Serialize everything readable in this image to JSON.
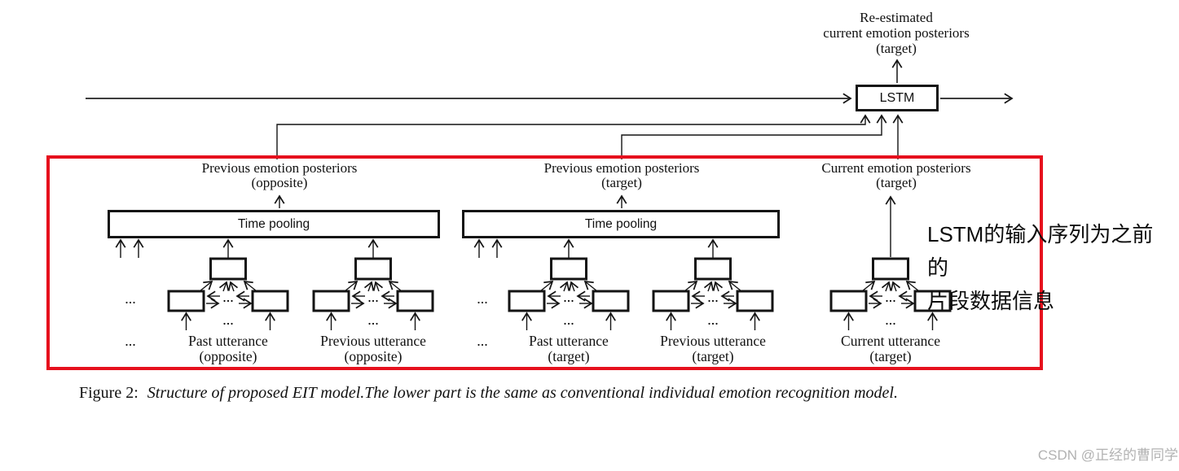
{
  "diagram": {
    "output_label": [
      "Re-estimated",
      "current emotion posteriors",
      "(target)"
    ],
    "lstm": "LSTM",
    "pooling": "Time pooling",
    "ellipsis": "...",
    "groups": [
      {
        "posterior": [
          "Previous emotion posteriors",
          "(opposite)"
        ],
        "units": [
          [
            "Past utterance",
            "(opposite)"
          ],
          [
            "Previous utterance",
            "(opposite)"
          ]
        ]
      },
      {
        "posterior": [
          "Previous emotion posteriors",
          "(target)"
        ],
        "units": [
          [
            "Past utterance",
            "(target)"
          ],
          [
            "Previous utterance",
            "(target)"
          ]
        ]
      },
      {
        "posterior": [
          "Current emotion posteriors",
          "(target)"
        ],
        "units": [
          [
            "Current utterance",
            "(target)"
          ]
        ]
      }
    ]
  },
  "annotation": {
    "line1": "LSTM的输入序列为之前的",
    "line2": "片段数据信息"
  },
  "caption": {
    "label": "Figure 2:",
    "text": "Structure of proposed EIT model.The lower part is the same as conventional individual emotion recognition model."
  },
  "watermark": "CSDN @正经的曹同学",
  "colors": {
    "highlight_red": "#e6101d",
    "line_black": "#141414",
    "watermark_gray": "#b2b2b2"
  }
}
